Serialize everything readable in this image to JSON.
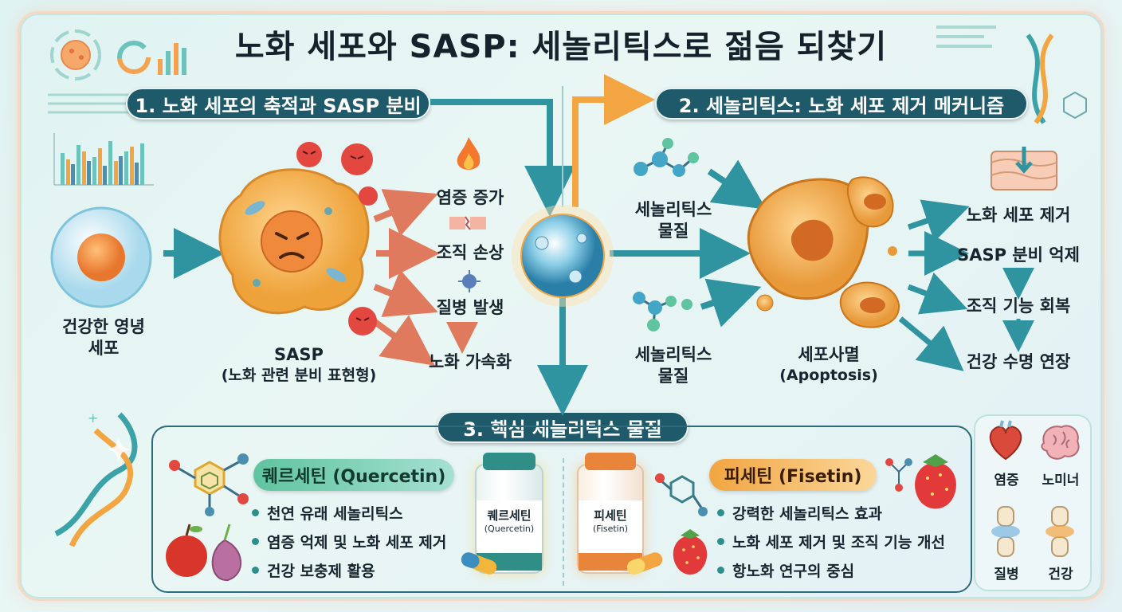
{
  "title": "노화 세포와 SASP: 세놀리틱스로 젊음 되찾기",
  "section1": {
    "label": "1. 노화 세포의 축적과 SASP 분비"
  },
  "section2": {
    "label": "2. 세놀리틱스: 노화 세포 제거 메커니즘"
  },
  "section3": {
    "label": "3. 핵심 세놀리틱스 물질"
  },
  "healthy_cell": {
    "line1": "건강한 영녕",
    "line2": "세포"
  },
  "sasp": {
    "line1": "SASP",
    "line2": "(노화 관련 분비 표현형)"
  },
  "effects": [
    "염증 증가",
    "조직 손상",
    "질병 발생",
    "노화 가속화"
  ],
  "senolytic_top": {
    "line1": "세놀리틱스",
    "line2": "물질"
  },
  "senolytic_bottom": {
    "line1": "세놀리틱스",
    "line2": "물질"
  },
  "apoptosis": {
    "line1": "세포사멸",
    "line2": "(Apoptosis)"
  },
  "outcomes": [
    "노화 세포 제거",
    "SASP 분비 억제",
    "조직 기능 회복",
    "건강 수명 연장"
  ],
  "quercetin": {
    "name": "퀘르세틴 (Quercetin)",
    "bottle_label": "퀘르세틴",
    "bottle_sub": "(Quercetin)",
    "bullets": [
      "천연 유래 세놀리틱스",
      "염증 억제 및 노화 세포 제거",
      "건강 보충제 활용"
    ]
  },
  "fisetin": {
    "name": "피세틴 (Fisetin)",
    "bottle_label": "피세틴",
    "bottle_sub": "(Fisetin)",
    "bullets": [
      "강력한 세놀리틱스 효과",
      "노화 세포 제거 및 조직 기능 개선",
      "항노화 연구의 중심"
    ]
  },
  "right_icons": [
    "염증",
    "노미너",
    "질병",
    "건강"
  ],
  "colors": {
    "teal_dark": "#1f5a6b",
    "arrow_teal": "#2f93a0",
    "arrow_red": "#e07a5f",
    "arrow_orange": "#f2a541",
    "cell_orange": "#f2a94a"
  }
}
